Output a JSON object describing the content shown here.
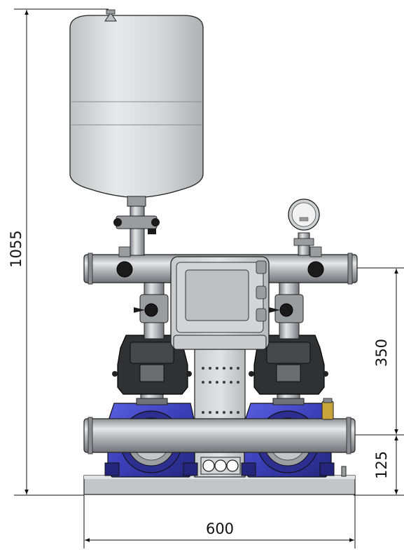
{
  "dimensions": {
    "total_height": "1055",
    "upper_height": "350",
    "lower_height": "125",
    "width": "600"
  },
  "colors": {
    "tank": "#d9dadb",
    "steel": "#b9bcbf",
    "pump_blue": "#3a3fb8",
    "plastic_dark": "#2f3133",
    "line": "#111111"
  }
}
